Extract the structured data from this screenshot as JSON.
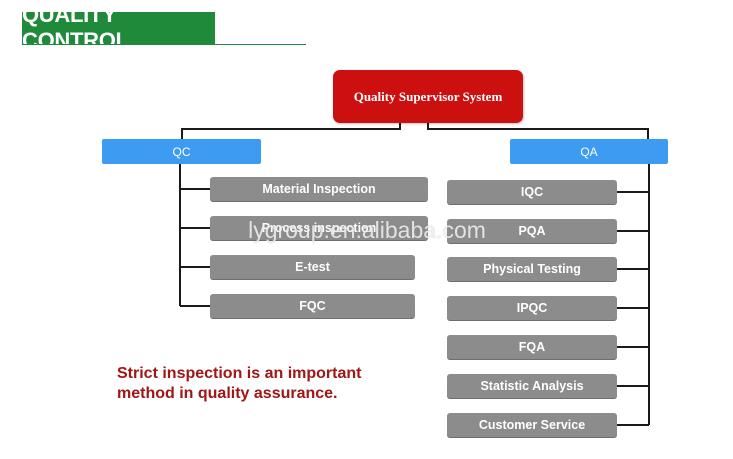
{
  "header": {
    "title": "QUALITY CONTROL"
  },
  "diagram": {
    "root": "Quality Supervisor System",
    "qc": {
      "label": "QC",
      "items": [
        "Material Inspection",
        "Process inspection",
        "E-test",
        "FQC"
      ]
    },
    "qa": {
      "label": "QA",
      "items": [
        "IQC",
        "PQA",
        "Physical Testing",
        "IPQC",
        "FQA",
        "Statistic Analysis",
        "Customer Service"
      ]
    }
  },
  "note": {
    "line1": "Strict inspection is an important",
    "line2": "method in quality assurance."
  },
  "watermark": "lygroup.en.alibaba.com",
  "colors": {
    "header_green": "#1f8b3a",
    "root_red": "#cc0f0f",
    "branch_blue": "#3d9cf2",
    "item_gray": "#8c8c8c",
    "note_red": "#a01515"
  }
}
